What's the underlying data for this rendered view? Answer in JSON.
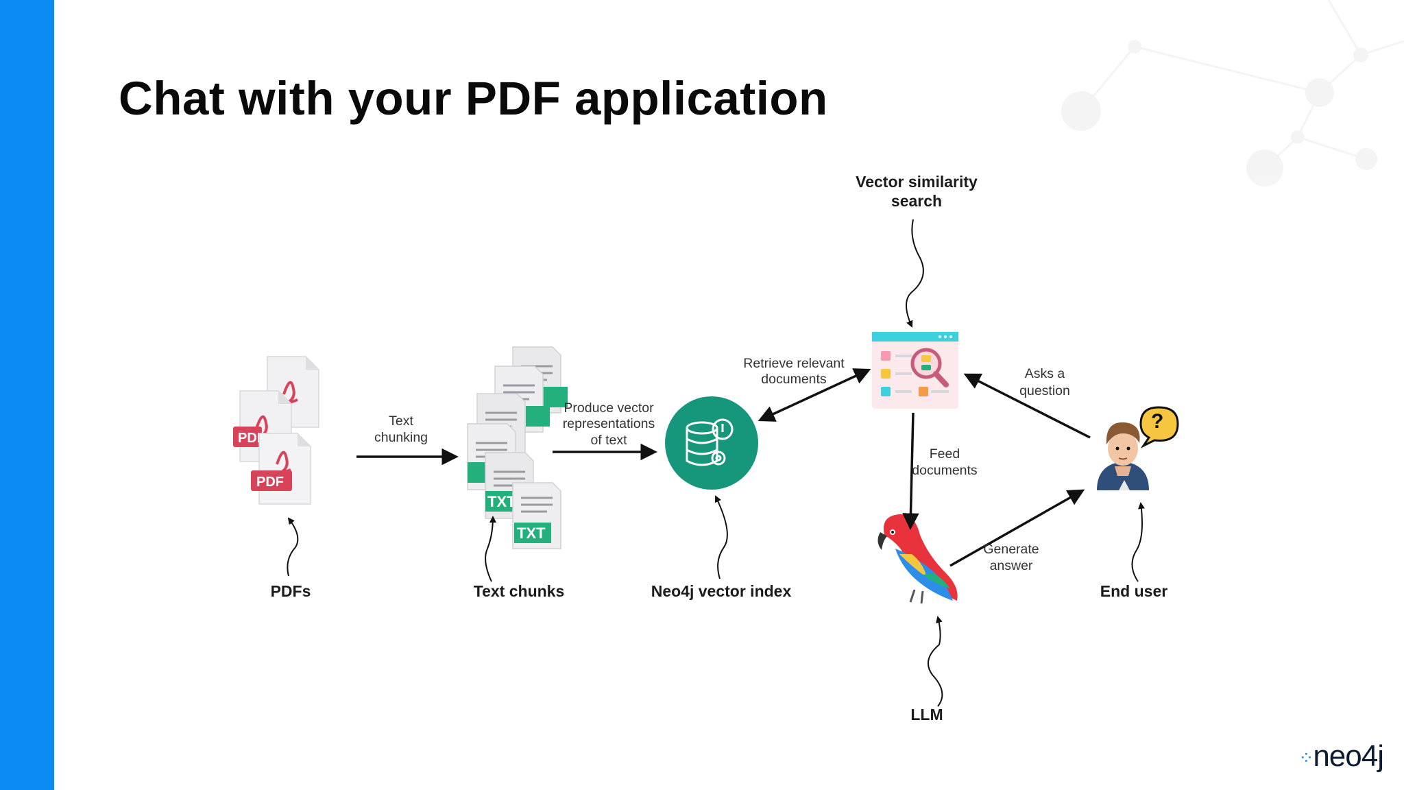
{
  "slide": {
    "title": "Chat with your PDF application",
    "accent_color": "#0b8cf4",
    "logo_text": "neo4j"
  },
  "diagram": {
    "nodes": [
      {
        "id": "pdfs",
        "label": "PDFs",
        "icon": "pdf-files-icon"
      },
      {
        "id": "chunks",
        "label": "Text chunks",
        "icon": "txt-files-icon"
      },
      {
        "id": "index",
        "label": "Neo4j vector index",
        "icon": "database-gear-icon"
      },
      {
        "id": "search",
        "label_line1": "Vector similarity",
        "label_line2": "search",
        "icon": "search-window-icon"
      },
      {
        "id": "llm",
        "label": "LLM",
        "icon": "parrot-icon"
      },
      {
        "id": "user",
        "label": "End user",
        "icon": "user-question-icon"
      }
    ],
    "edges": [
      {
        "from": "pdfs",
        "to": "chunks",
        "label_line1": "Text",
        "label_line2": "chunking"
      },
      {
        "from": "chunks",
        "to": "index",
        "label_line1": "Produce vector",
        "label_line2": "representations",
        "label_line3": "of text"
      },
      {
        "from": "search",
        "to": "index",
        "label_line1": "Retrieve relevant",
        "label_line2": "documents",
        "bidirectional": true
      },
      {
        "from": "user",
        "to": "search",
        "label_line1": "Asks a",
        "label_line2": "question"
      },
      {
        "from": "search",
        "to": "llm",
        "label_line1": "Feed",
        "label_line2": "documents"
      },
      {
        "from": "llm",
        "to": "user",
        "label_line1": "Generate",
        "label_line2": "answer"
      }
    ],
    "icon_text": {
      "pdf": "PDF",
      "txt": "TXT",
      "question_mark": "?"
    },
    "colors": {
      "pdf_red": "#d9435a",
      "txt_green": "#23b07d",
      "db_teal": "#16967a",
      "search_cyan": "#3dd1e0"
    }
  }
}
